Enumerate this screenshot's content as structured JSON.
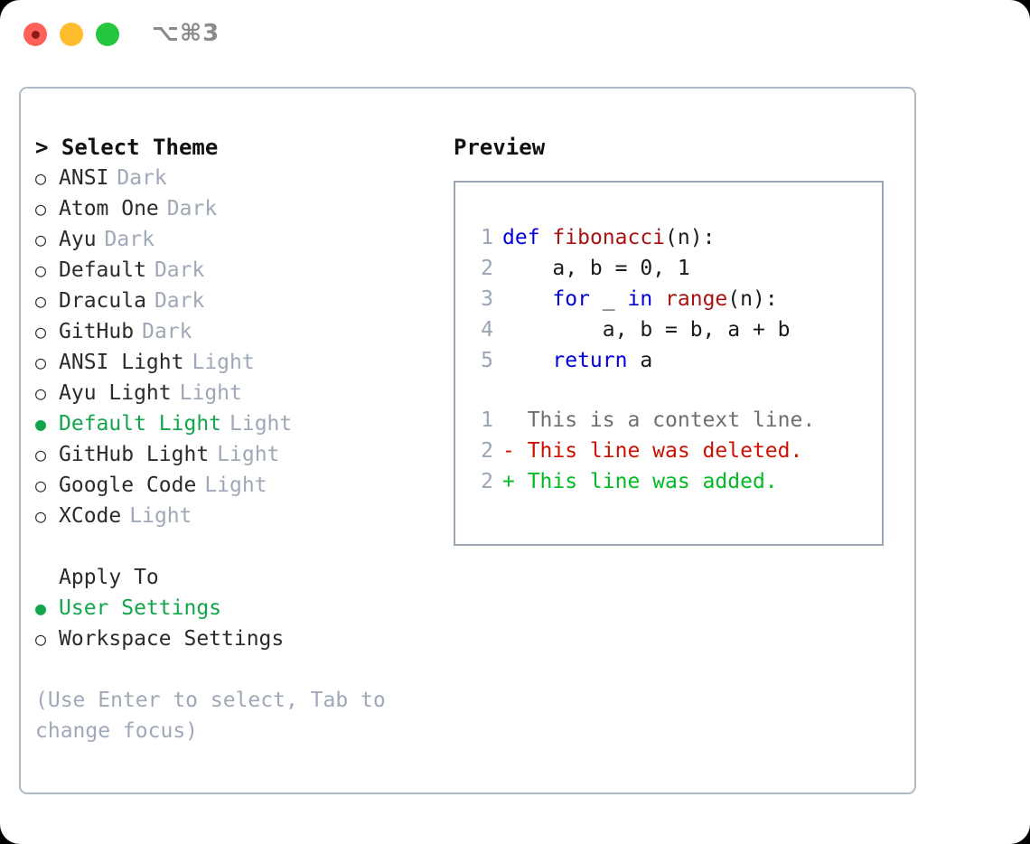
{
  "titlebar": {
    "shortcut": "⌥⌘3",
    "buttons": [
      {
        "name": "close",
        "color": "#ff6159"
      },
      {
        "name": "minimize",
        "color": "#ffbd2e"
      },
      {
        "name": "maximize",
        "color": "#25c73f"
      }
    ]
  },
  "theme_section": {
    "heading": "> Select Theme",
    "items": [
      {
        "marker": "○",
        "label": "ANSI",
        "suffix": "Dark",
        "selected": false
      },
      {
        "marker": "○",
        "label": "Atom One",
        "suffix": "Dark",
        "selected": false
      },
      {
        "marker": "○",
        "label": "Ayu",
        "suffix": "Dark",
        "selected": false
      },
      {
        "marker": "○",
        "label": "Default",
        "suffix": "Dark",
        "selected": false
      },
      {
        "marker": "○",
        "label": "Dracula",
        "suffix": "Dark",
        "selected": false
      },
      {
        "marker": "○",
        "label": "GitHub",
        "suffix": "Dark",
        "selected": false
      },
      {
        "marker": "○",
        "label": "ANSI Light",
        "suffix": "Light",
        "selected": false
      },
      {
        "marker": "○",
        "label": "Ayu Light",
        "suffix": "Light",
        "selected": false
      },
      {
        "marker": "●",
        "label": "Default Light",
        "suffix": "Light",
        "selected": true
      },
      {
        "marker": "○",
        "label": "GitHub Light",
        "suffix": "Light",
        "selected": false
      },
      {
        "marker": "○",
        "label": "Google Code",
        "suffix": "Light",
        "selected": false
      },
      {
        "marker": "○",
        "label": "XCode",
        "suffix": "Light",
        "selected": false
      }
    ]
  },
  "apply_section": {
    "title": "Apply To",
    "items": [
      {
        "marker": "●",
        "label": "User Settings",
        "selected": true
      },
      {
        "marker": "○",
        "label": "Workspace Settings",
        "selected": false
      }
    ]
  },
  "hint": "(Use Enter to select, Tab to change focus)",
  "preview": {
    "heading": "Preview",
    "code_lines": [
      {
        "no": "1",
        "tokens": [
          {
            "t": "def",
            "c": "kw"
          },
          {
            "t": " ",
            "c": "plain"
          },
          {
            "t": "fibonacci",
            "c": "fn"
          },
          {
            "t": "(n):",
            "c": "plain"
          }
        ]
      },
      {
        "no": "2",
        "tokens": [
          {
            "t": "    a, b = 0, 1",
            "c": "plain"
          }
        ]
      },
      {
        "no": "3",
        "tokens": [
          {
            "t": "    ",
            "c": "plain"
          },
          {
            "t": "for",
            "c": "kw"
          },
          {
            "t": " _ ",
            "c": "plain"
          },
          {
            "t": "in",
            "c": "kw"
          },
          {
            "t": " ",
            "c": "plain"
          },
          {
            "t": "range",
            "c": "fn"
          },
          {
            "t": "(n):",
            "c": "plain"
          }
        ]
      },
      {
        "no": "4",
        "tokens": [
          {
            "t": "        a, b = b, a + b",
            "c": "plain"
          }
        ]
      },
      {
        "no": "5",
        "tokens": [
          {
            "t": "    ",
            "c": "plain"
          },
          {
            "t": "return",
            "c": "kw"
          },
          {
            "t": " a",
            "c": "plain"
          }
        ]
      }
    ],
    "diff_lines": [
      {
        "no": "1",
        "text": "  This is a context line.",
        "kind": "diff-ctx"
      },
      {
        "no": "2",
        "text": "- This line was deleted.",
        "kind": "diff-del"
      },
      {
        "no": "2",
        "text": "+ This line was added.",
        "kind": "diff-add"
      }
    ]
  },
  "colors": {
    "selected_green": "#11a64a",
    "muted": "#9fa8b8",
    "keyword_blue": "#0000dd",
    "function_red": "#aa1111",
    "diff_delete": "#cc1100",
    "diff_add": "#00bb22",
    "panel_border": "#b0b9c6",
    "preview_border": "#9aa5b4"
  }
}
